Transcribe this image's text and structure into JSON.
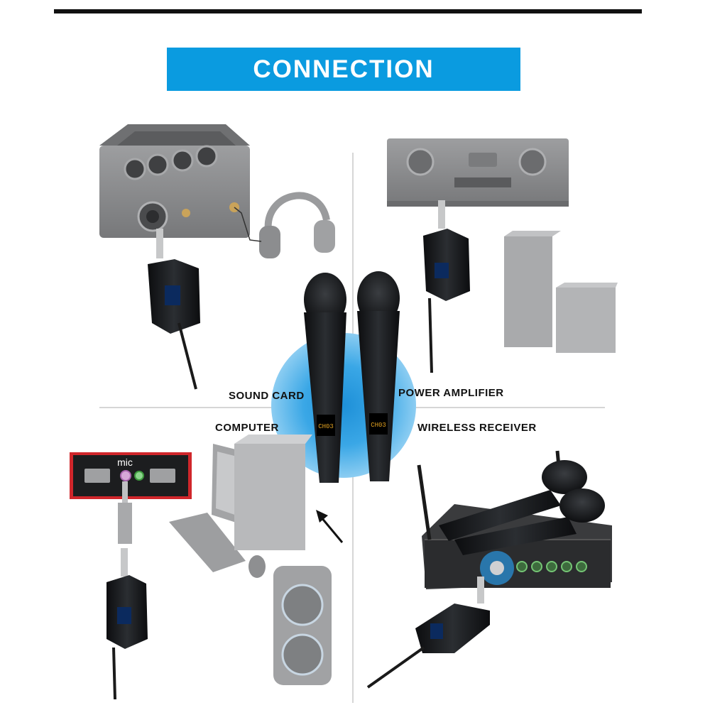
{
  "title": "CONNECTION",
  "quadrants": {
    "sound_card": "SOUND CARD",
    "power_amplifier": "POWER AMPLIFIER",
    "computer": "COMPUTER",
    "wireless_receiver": "WIRELESS RECEIVER"
  },
  "computer_port_label": "mic",
  "mic_display_text": "CH03",
  "colors": {
    "banner": "#0a9be0",
    "center_circle": "#3aa7e6",
    "port_highlight": "#d0262b",
    "product_body": "#1c1f22",
    "gray_device": "#8f9092"
  },
  "icons": [
    "sound-card-icon",
    "headphones-icon",
    "power-amplifier-icon",
    "speaker-icon",
    "computer-icon",
    "party-speaker-icon",
    "wireless-receiver-icon",
    "handheld-microphone-icon",
    "receiver-transmitter-icon",
    "arrow-icon"
  ]
}
